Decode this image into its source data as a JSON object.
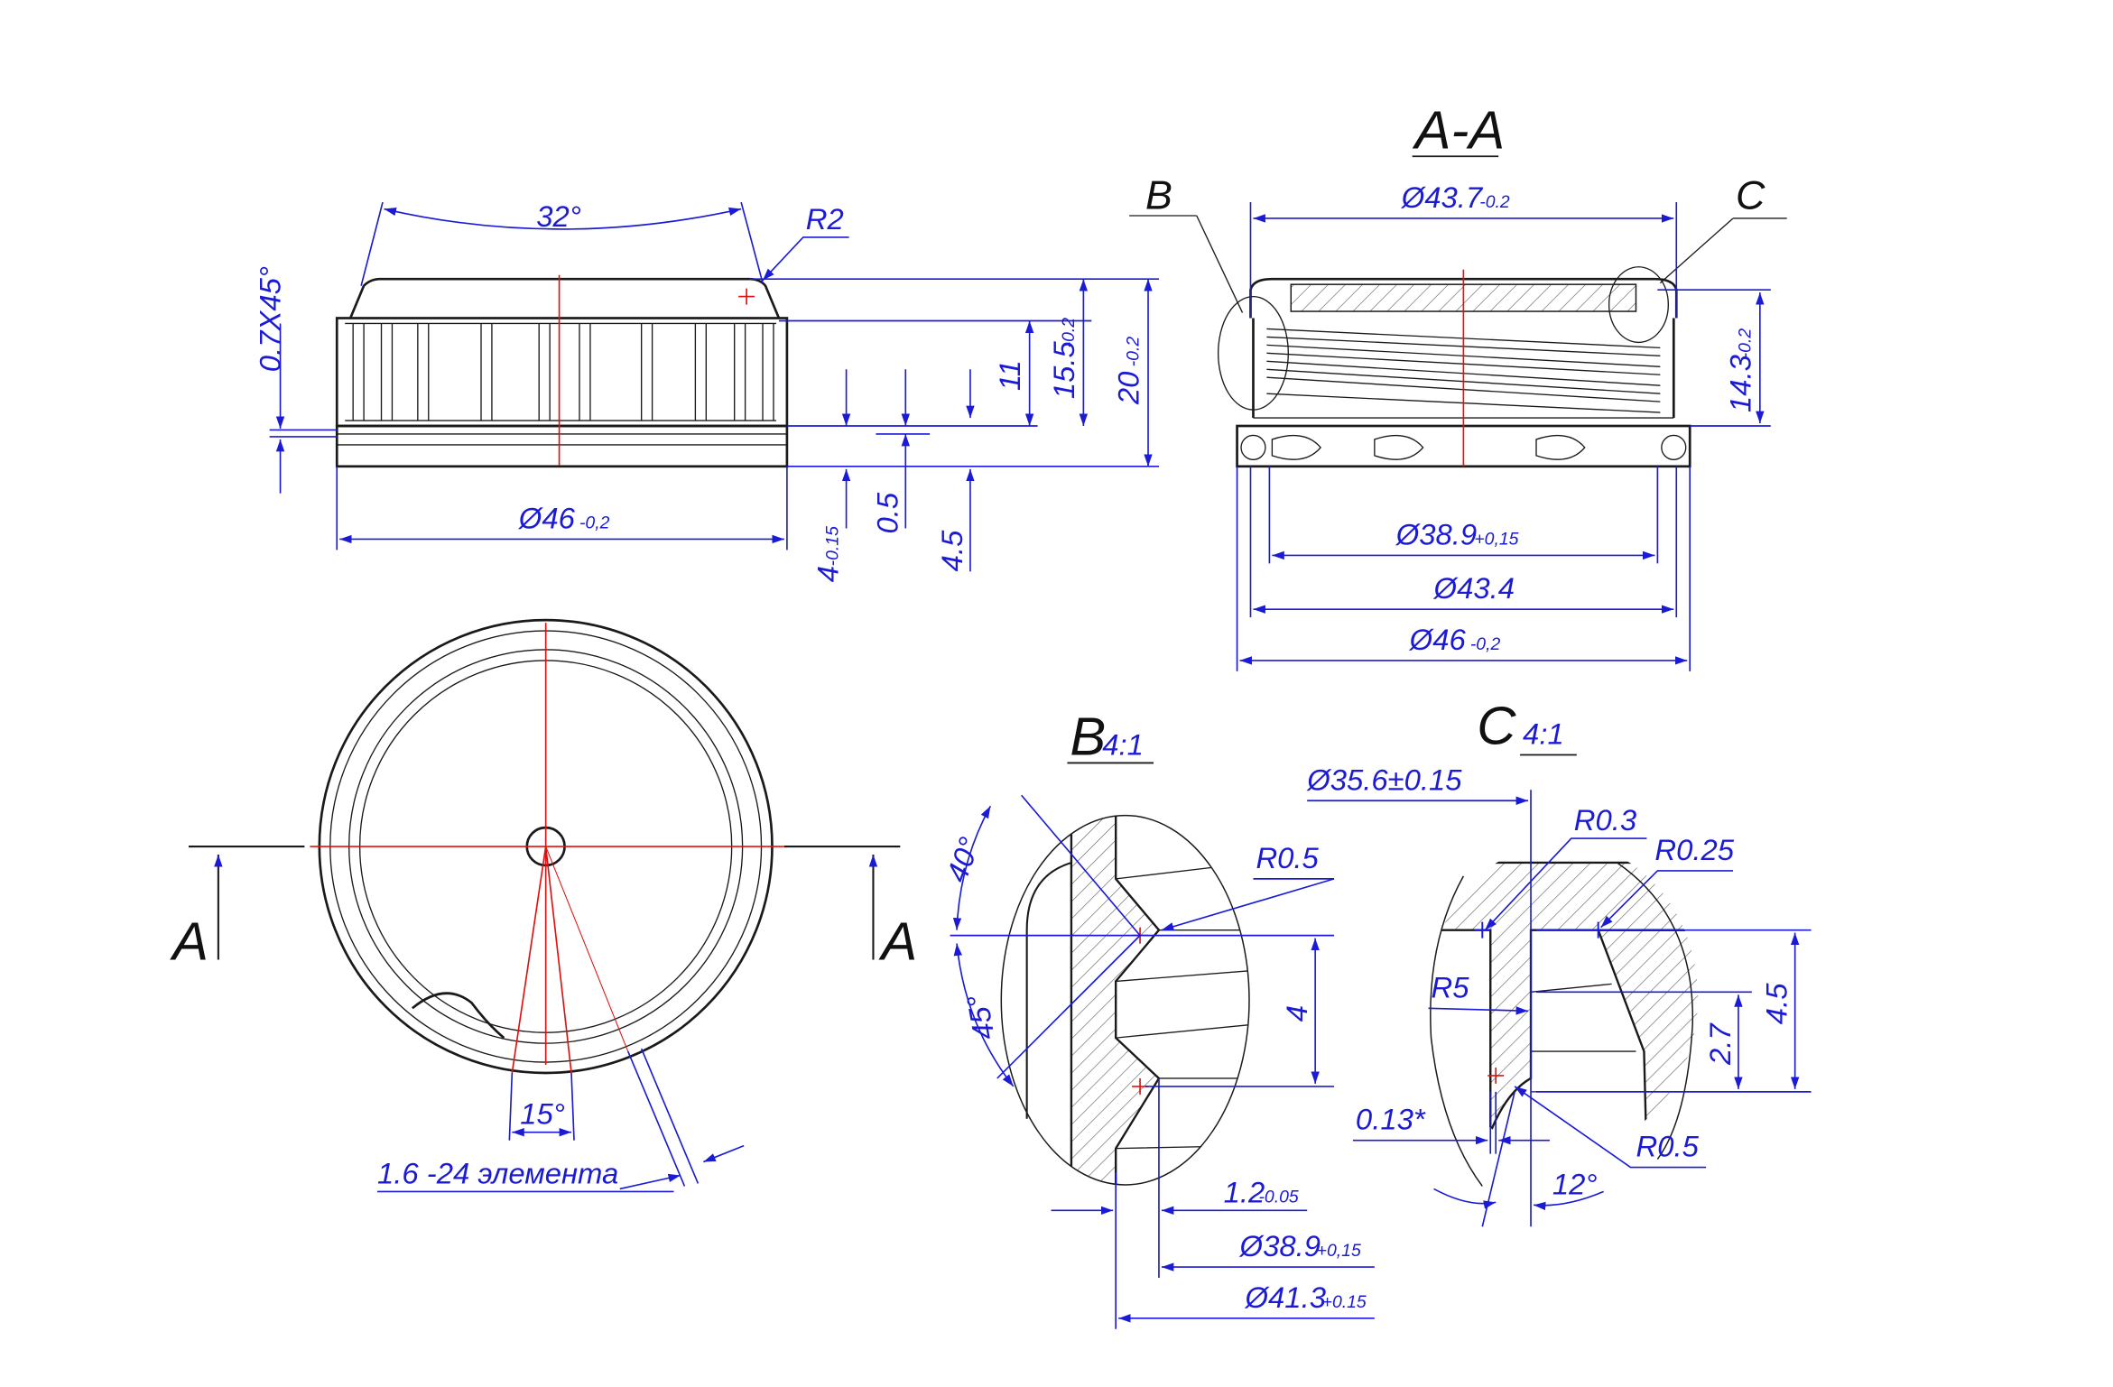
{
  "colors": {
    "dimension": "#1b1bd6",
    "outline": "#1a1a1a",
    "axis": "#e01010",
    "background": "#ffffff"
  },
  "front_view": {
    "angle_32": "32°",
    "radius_r2": "R2",
    "chamfer": "0.7X45°",
    "height_11": "11",
    "height_15_5": "15.5",
    "height_15_5_tol": "-0.2",
    "height_20": "20",
    "height_20_tol": "-0.2",
    "dia_46": "Ø46",
    "dia_46_tol": "-0,2",
    "dim_4": "4",
    "dim_4_tol": "-0.15",
    "dim_0_5": "0.5",
    "dim_4_5": "4.5"
  },
  "section_aa": {
    "title": "A-A",
    "callout_b": "B",
    "callout_c": "C",
    "dia_43_7": "Ø43.7",
    "dia_43_7_tol": "-0.2",
    "height_14_3": "14.3",
    "height_14_3_tol": "-0.2",
    "dia_38_9": "Ø38.9",
    "dia_38_9_tol": "+0,15",
    "dia_43_4": "Ø43.4",
    "dia_46": "Ø46",
    "dia_46_tol": "-0,2"
  },
  "top_view": {
    "cut_left": "A",
    "cut_right": "A",
    "angle_15": "15°",
    "rib_note": "1.6  -24 элемента"
  },
  "detail_b": {
    "title": "B",
    "scale": "4:1",
    "angle_40": "40°",
    "angle_45": "45°",
    "radius_r0_5": "R0.5",
    "pitch_4": "4",
    "dim_1_2": "1.2",
    "dim_1_2_tol": "-0.05",
    "dia_38_9": "Ø38.9",
    "dia_38_9_tol": "+0,15",
    "dia_41_3": "Ø41.3",
    "dia_41_3_tol": "+0.15"
  },
  "detail_c": {
    "title": "C",
    "scale": "4:1",
    "dia_35_6": "Ø35.6±0.15",
    "radius_r0_3": "R0.3",
    "radius_r0_25": "R0.25",
    "radius_r5": "R5",
    "dim_0_13": "0.13*",
    "angle_12": "12°",
    "radius_r0_5": "R0.5",
    "height_4_5": "4.5",
    "height_2_7": "2.7"
  }
}
